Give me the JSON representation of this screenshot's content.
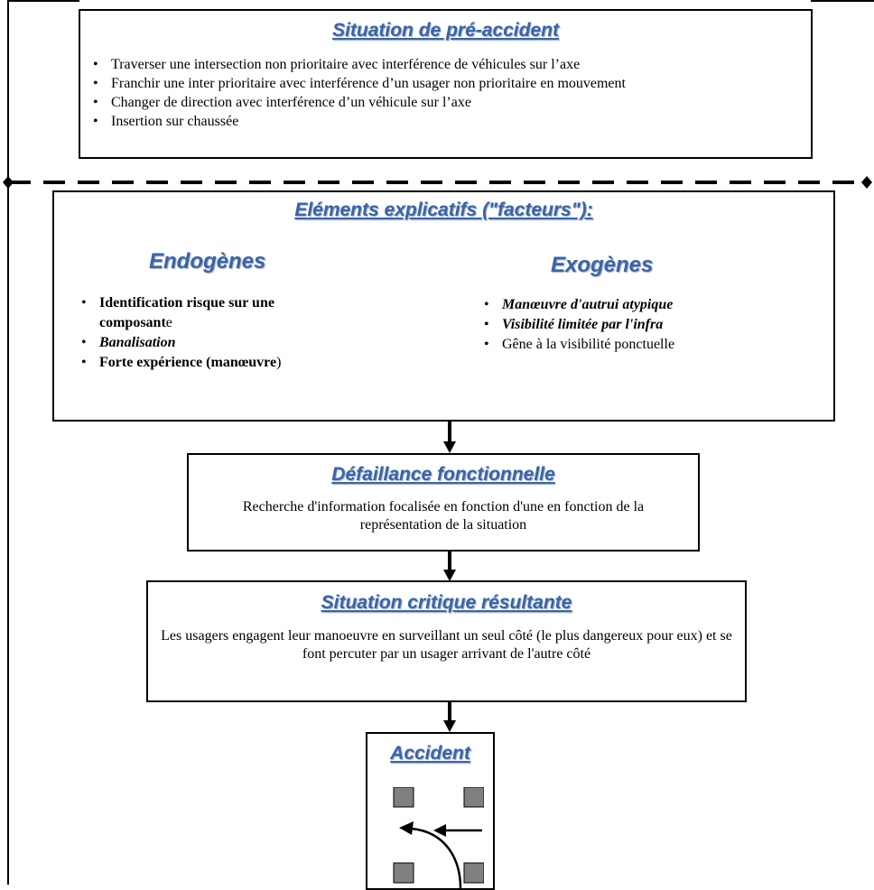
{
  "pre_accident": {
    "title": "Situation de pré-accident",
    "items": [
      "Traverser une intersection non prioritaire avec interférence de véhicules sur l’axe",
      "Franchir une inter prioritaire avec interférence d’un usager non prioritaire en mouvement",
      "Changer de direction avec interférence d’un véhicule sur l’axe",
      "Insertion sur chaussée"
    ]
  },
  "factors": {
    "title": "Eléments explicatifs (\"facteurs\"):",
    "endogenes": {
      "title": "Endogènes",
      "item1_bold": "Identification risque sur une composant",
      "item1_tail": "e",
      "item2": "Banalisation",
      "item3_bold": "Forte expérience (manœuvre",
      "item3_tail": ")"
    },
    "exogenes": {
      "title": "Exogènes",
      "item1": "Manœuvre d'autrui atypique",
      "item2": "Visibilité limitée par l'infra",
      "item3": "Gêne à la visibilité ponctuelle"
    }
  },
  "defaillance": {
    "title": "Défaillance fonctionnelle",
    "text": "Recherche d'information focalisée en fonction d'une en fonction de la représentation de la situation"
  },
  "critique": {
    "title": "Situation critique résultante",
    "text": "Les usagers engagent leur manoeuvre en surveillant un seul côté (le plus dangereux pour eux) et se font percuter par un usager arrivant de l'autre côté"
  },
  "accident": {
    "title": "Accident"
  },
  "colors": {
    "heading": "#3a64a8",
    "block": "#808080"
  }
}
